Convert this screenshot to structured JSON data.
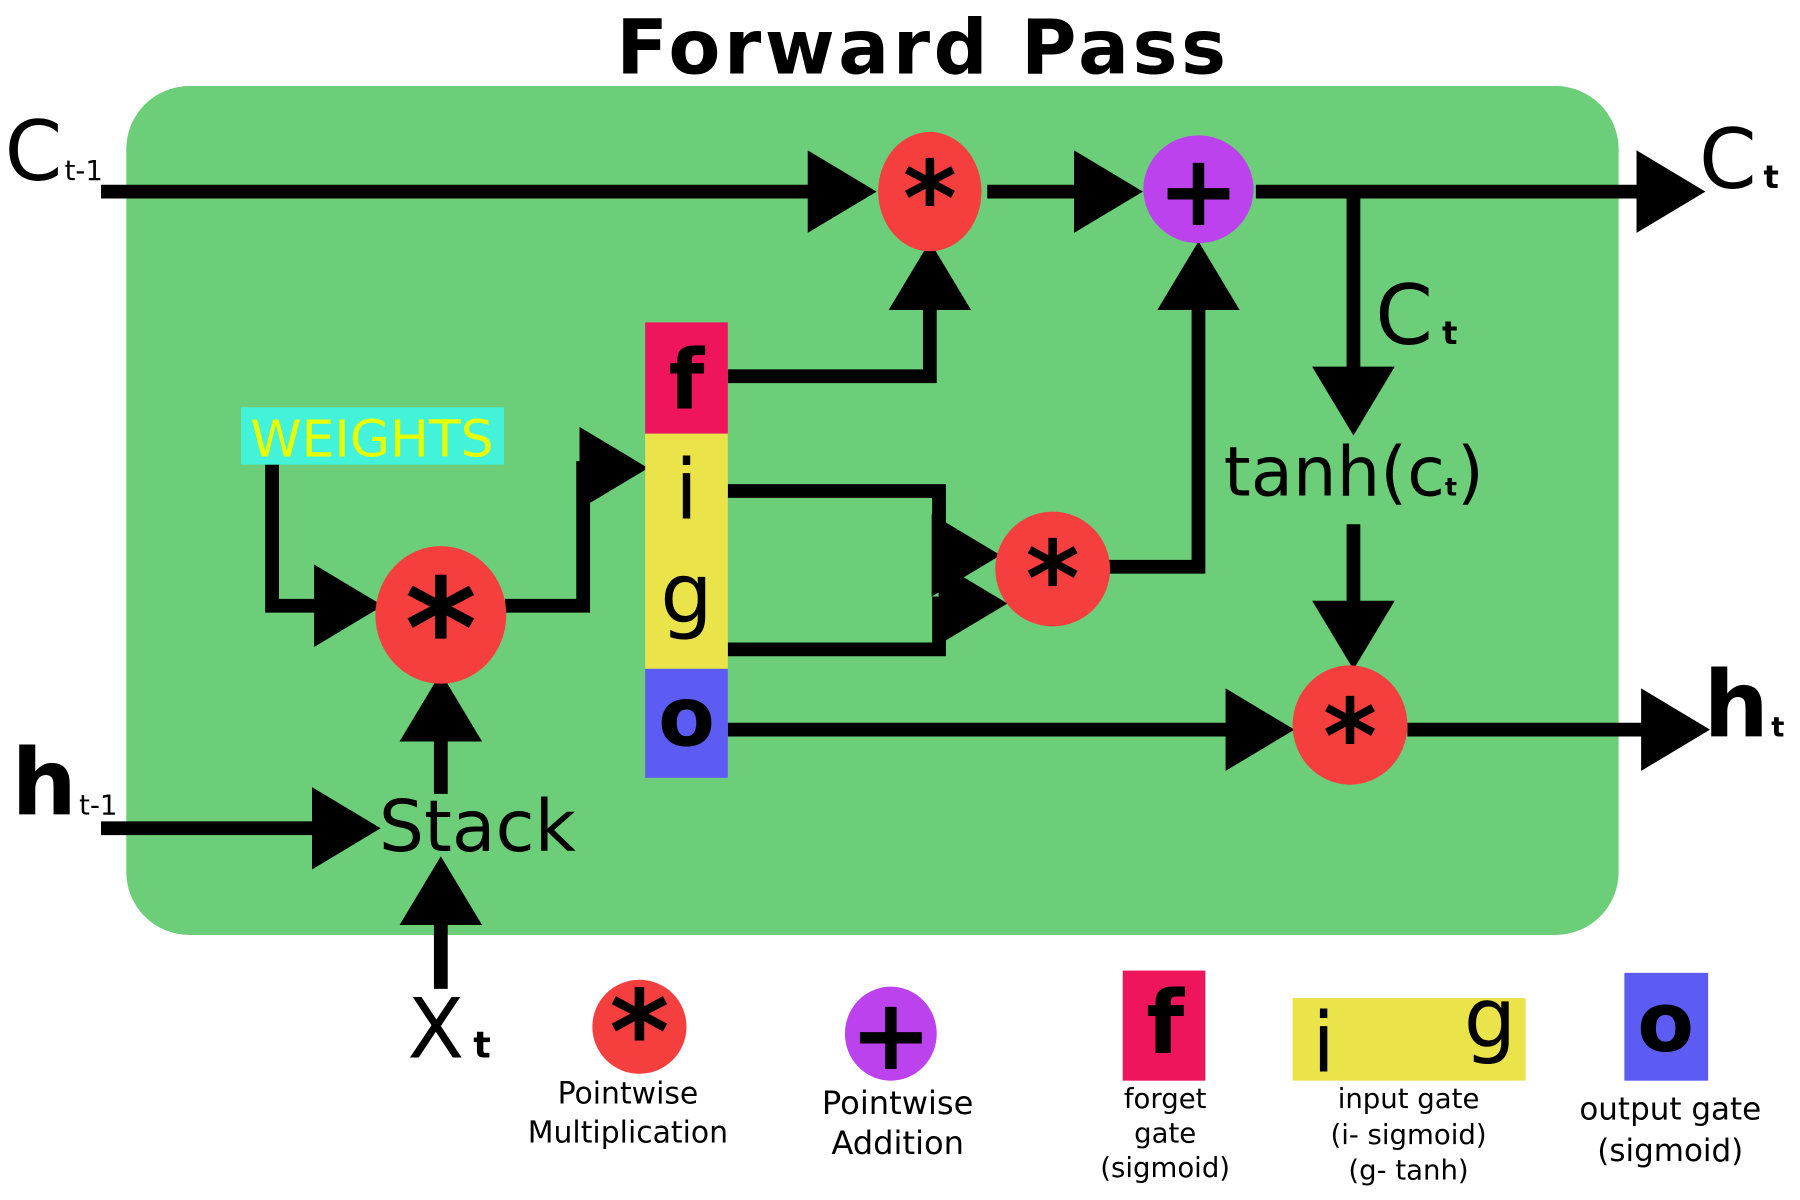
{
  "title": "Forward Pass",
  "colors": {
    "cell": "#6dce79",
    "multiply": "#f53e3e",
    "add": "#bb42ec",
    "forget": "#ee155d",
    "input": "#ebe34a",
    "output": "#5c5cf4",
    "weights_bg": "#43f3d9",
    "weights_text": "#e8ff00"
  },
  "inputs": {
    "c_prev": {
      "base": "C",
      "sub": "t-1"
    },
    "h_prev": {
      "base": "h",
      "sub": "t-1"
    },
    "x": {
      "base": "X",
      "sub": "t"
    }
  },
  "outputs": {
    "c_t": {
      "base": "C",
      "sub": "t"
    },
    "h_t": {
      "base": "h",
      "sub": "t"
    }
  },
  "nodes": {
    "weights": "WEIGHTS",
    "stack": "Stack",
    "c_t_label": {
      "base": "C",
      "sub": "t"
    },
    "tanh": {
      "prefix": "tanh(c",
      "sub": "t",
      "suffix": ")"
    },
    "gates": [
      "f",
      "i",
      "g",
      "o"
    ],
    "multiply_symbol": "*",
    "add_symbol": "+"
  },
  "legend": [
    {
      "symbol": "*",
      "type": "multiply",
      "lines": [
        "Pointwise",
        "Multiplication"
      ]
    },
    {
      "symbol": "+",
      "type": "add",
      "lines": [
        "Pointwise",
        "Addition"
      ]
    },
    {
      "symbol": "f",
      "type": "forget",
      "lines": [
        "forget",
        "gate",
        "(sigmoid)"
      ]
    },
    {
      "symbols": [
        "i",
        "g"
      ],
      "type": "input",
      "lines": [
        "input gate",
        "(i- sigmoid)",
        "(g- tanh)"
      ]
    },
    {
      "symbol": "o",
      "type": "output",
      "lines": [
        "output gate",
        "(sigmoid)"
      ]
    }
  ]
}
